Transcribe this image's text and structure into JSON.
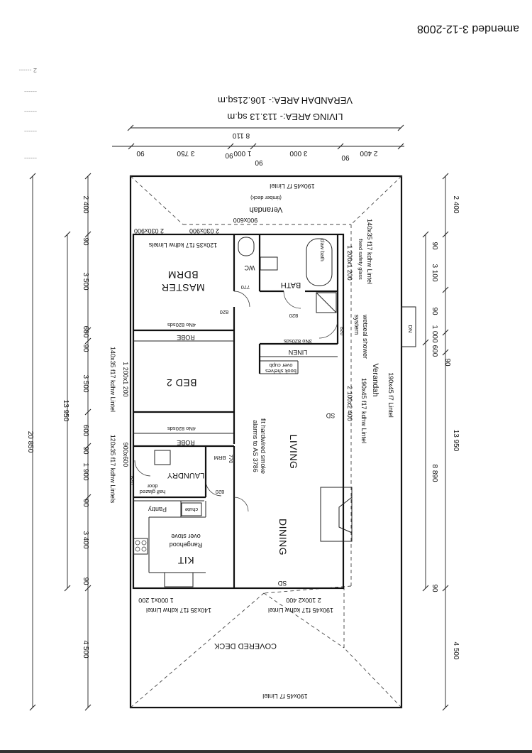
{
  "amendment": "amended 3-12-2008",
  "areas": {
    "verandah": "VERANDAH AREA:- 106.21sq.m",
    "living": "LIVING AREA:- 113.13 sq.m"
  },
  "rooms": {
    "master": [
      "MASTER",
      "BDRM"
    ],
    "bath": "BATH",
    "wc": "WC",
    "bed2": "BED 2",
    "living": "LIVING",
    "dining": "DINING",
    "kit": "KIT",
    "laundry": "LAUNDRY",
    "brm": "BRM",
    "robe1": "ROBE",
    "robe2": "ROBE",
    "linen": "LINEN",
    "pantry": "Pantry",
    "verandah_top": "Verandah",
    "timber_deck": "(timber deck)",
    "verandah_right": "Verandah",
    "covered_deck": "COVERED DECK"
  },
  "notes": {
    "claw_bath": "claw bath",
    "fixed_glass": "fixed safety glass",
    "wetseal": [
      "wetseal shower",
      "system"
    ],
    "smoke": [
      "fit hardwired smoke",
      "alarms to AS 3786"
    ],
    "bookshelves": [
      "book shelves",
      "over cupb"
    ],
    "rangehood": [
      "Rangehood",
      "over stove"
    ],
    "half_glazed": [
      "half glazed",
      "door"
    ],
    "chute": "chute",
    "dn": "DN",
    "sd1": "SD",
    "sd2": "SD"
  },
  "lintels": {
    "top": "190x45 f7 Lintel",
    "verandah_right": "140x35 f17 kdhw Lintel",
    "master_top": "120x35 f17 kdhw Lintels",
    "left_bed2": "140x35 f17 kdhw Lintel",
    "left_laundry": "120x35 f17 kdhw Lintels",
    "living": "190x45 f17 kdhw Lintel",
    "right_outer": "190x45 f7 Lintel",
    "kit_bottom": "140x35 f17 kdhw Lintel",
    "dining_bottom": "190x45 f17 kdhw Lintel",
    "bottom": "190x45 f7 Lintel"
  },
  "windows": {
    "w1": "2 030x900",
    "w2": "2 030x900",
    "w3": "900x600",
    "w4": "1 200x1 200",
    "w5": "1 200x1 200",
    "w6": "900x600",
    "w7": "2 100x2 400",
    "w8": "1 000x1 200",
    "w9": "2 100x2 400",
    "robe1": "4No 820sds",
    "robe2": "4No 820sds",
    "linen": "3No 820sds"
  },
  "doors": {
    "d1": "770",
    "d2": "820",
    "d3": "820",
    "d4": "820",
    "d5": "770",
    "d6": "820",
    "d7": "820"
  },
  "dims_top": {
    "total": "8 110",
    "segments": [
      "90",
      "3 750",
      "90",
      "1 000",
      "90",
      "3 000",
      "90",
      "2 400"
    ]
  },
  "dims_left": {
    "segments": [
      "2 400",
      "90",
      "3 500",
      "600",
      "90",
      "3 500",
      "600",
      "90",
      "1 900",
      "90",
      "3 400",
      "90",
      "4 500"
    ],
    "mid": "13 950",
    "total": "20 850"
  },
  "dims_right": {
    "segments": [
      "2 400",
      "90",
      "3 100",
      "90",
      "1 000",
      "600",
      "90",
      "4 500"
    ],
    "total": "13 950",
    "sub": "8 890",
    "end": "90"
  },
  "scan_margin": [
    "2 ------",
    "------",
    "------",
    "------",
    "------"
  ]
}
